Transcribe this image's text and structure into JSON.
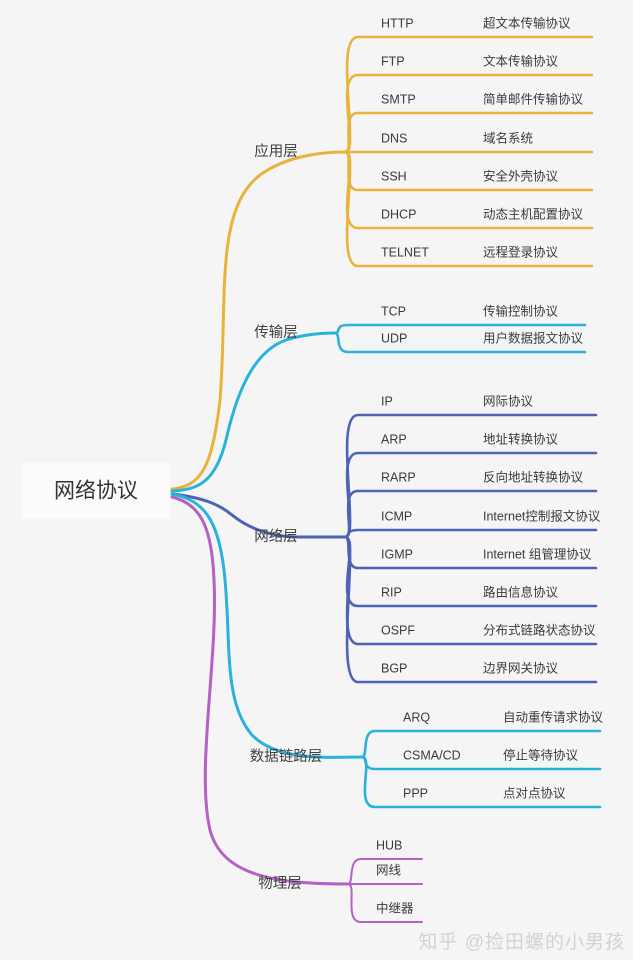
{
  "diagram": {
    "title": "网络协议",
    "root": {
      "label": "网络协议"
    },
    "watermark": "知乎 @捡田螺的小男孩",
    "colors": {
      "application": "#e8b33c",
      "transport": "#29b2dd",
      "network": "#4d63b6",
      "datalink": "#29b2dd",
      "physical": "#b361c4",
      "background": "#f5f5f6",
      "root_box": "#fbfbfc",
      "text": "#3a3a3a",
      "watermark": "#d2d2d4"
    },
    "branches": [
      {
        "id": "application",
        "label": "应用层",
        "color": "#e8b33c",
        "items": [
          {
            "name": "HTTP",
            "desc": "超文本传输协议"
          },
          {
            "name": "FTP",
            "desc": "文本传输协议"
          },
          {
            "name": "SMTP",
            "desc": "简单邮件传输协议"
          },
          {
            "name": "DNS",
            "desc": "域名系统"
          },
          {
            "name": "SSH",
            "desc": "安全外壳协议"
          },
          {
            "name": "DHCP",
            "desc": "动态主机配置协议"
          },
          {
            "name": "TELNET",
            "desc": "远程登录协议"
          }
        ]
      },
      {
        "id": "transport",
        "label": "传输层",
        "color": "#29b2dd",
        "items": [
          {
            "name": "TCP",
            "desc": "传输控制协议"
          },
          {
            "name": "UDP",
            "desc": "用户数据报文协议"
          }
        ]
      },
      {
        "id": "network",
        "label": "网络层",
        "color": "#4d63b6",
        "items": [
          {
            "name": "IP",
            "desc": "网际协议"
          },
          {
            "name": "ARP",
            "desc": "地址转换协议"
          },
          {
            "name": "RARP",
            "desc": "反向地址转换协议"
          },
          {
            "name": "ICMP",
            "desc": "Internet控制报文协议"
          },
          {
            "name": "IGMP",
            "desc": "Internet 组管理协议"
          },
          {
            "name": "RIP",
            "desc": "路由信息协议"
          },
          {
            "name": "OSPF",
            "desc": "分布式链路状态协议"
          },
          {
            "name": "BGP",
            "desc": "边界网关协议"
          }
        ]
      },
      {
        "id": "datalink",
        "label": "数据链路层",
        "color": "#29b2dd",
        "items": [
          {
            "name": "ARQ",
            "desc": "自动重传请求协议"
          },
          {
            "name": "CSMA/CD",
            "desc": "停止等待协议"
          },
          {
            "name": "PPP",
            "desc": "点对点协议"
          }
        ]
      },
      {
        "id": "physical",
        "label": "物理层",
        "color": "#b361c4",
        "items": [
          {
            "name": "HUB",
            "desc": ""
          },
          {
            "name": "网线",
            "desc": ""
          },
          {
            "name": "中继器",
            "desc": ""
          }
        ]
      }
    ]
  }
}
